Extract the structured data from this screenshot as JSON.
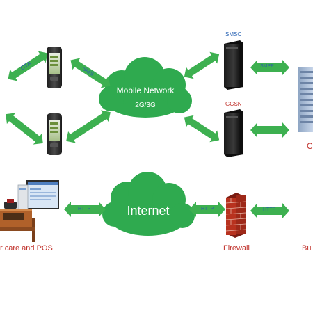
{
  "nodes": {
    "mobile_network": {
      "line1": "Mobile Network",
      "line2": "2G/3G"
    },
    "internet": {
      "label": "Internet"
    },
    "smsc": {
      "label": "SMSC"
    },
    "ggsn": {
      "label": "GGSN"
    },
    "firewall": {
      "label": "Firewall"
    },
    "customer_care": {
      "label": "r care and POS"
    },
    "right_top": {
      "label": "C"
    },
    "right_bottom": {
      "label": "Bu"
    }
  },
  "links": {
    "ota": "OTA",
    "sms": "SMS",
    "smpp": "SMPP",
    "http": "HTTP"
  },
  "colors": {
    "cloud": "#2faa4f",
    "arrow": "#3db050",
    "arrow_text": "#2d5fa8",
    "red_label": "#c0302a",
    "blue_label": "#2a64b4"
  }
}
